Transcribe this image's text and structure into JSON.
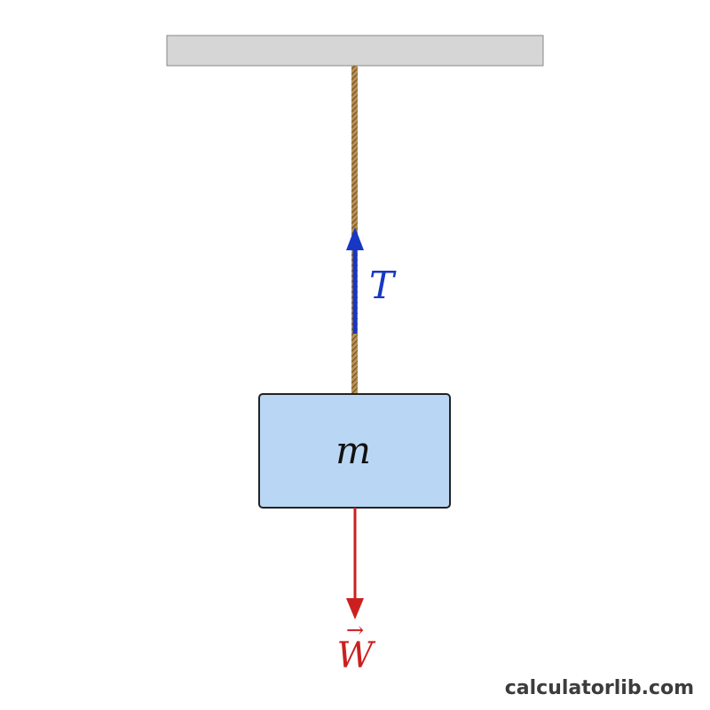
{
  "diagram": {
    "mass_label": "m",
    "tension_label": "T",
    "weight_label": "W",
    "weight_vector_mark": "→"
  },
  "watermark": {
    "text": "calculatorlib.com"
  },
  "colors": {
    "ceiling": "#d6d6d6",
    "rope": "#b8925a",
    "block_fill": "#b9d6f5",
    "block_stroke": "#222222",
    "tension": "#1737c4",
    "weight": "#cc1f1f",
    "watermark": "#3c3c3c"
  }
}
